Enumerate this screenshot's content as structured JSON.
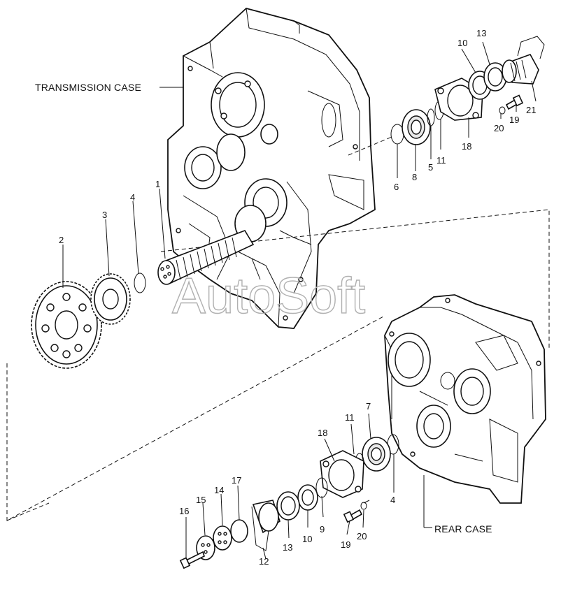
{
  "watermark": "AutoSoft",
  "captions": {
    "transmission_case": "TRANSMISSION CASE",
    "rear_case": "REAR CASE"
  },
  "callouts": [
    {
      "id": "c1",
      "label": "1"
    },
    {
      "id": "c2",
      "label": "2"
    },
    {
      "id": "c3",
      "label": "3"
    },
    {
      "id": "c4a",
      "label": "4"
    },
    {
      "id": "c4b",
      "label": "4"
    },
    {
      "id": "c5",
      "label": "5"
    },
    {
      "id": "c6",
      "label": "6"
    },
    {
      "id": "c7",
      "label": "7"
    },
    {
      "id": "c8",
      "label": "8"
    },
    {
      "id": "c9",
      "label": "9"
    },
    {
      "id": "c10a",
      "label": "10"
    },
    {
      "id": "c10b",
      "label": "10"
    },
    {
      "id": "c11a",
      "label": "11"
    },
    {
      "id": "c11b",
      "label": "11"
    },
    {
      "id": "c12",
      "label": "12"
    },
    {
      "id": "c13a",
      "label": "13"
    },
    {
      "id": "c13b",
      "label": "13"
    },
    {
      "id": "c14",
      "label": "14"
    },
    {
      "id": "c15",
      "label": "15"
    },
    {
      "id": "c16",
      "label": "16"
    },
    {
      "id": "c17",
      "label": "17"
    },
    {
      "id": "c18a",
      "label": "18"
    },
    {
      "id": "c18b",
      "label": "18"
    },
    {
      "id": "c19a",
      "label": "19"
    },
    {
      "id": "c19b",
      "label": "19"
    },
    {
      "id": "c20a",
      "label": "20"
    },
    {
      "id": "c20b",
      "label": "20"
    },
    {
      "id": "c21",
      "label": "21"
    }
  ]
}
